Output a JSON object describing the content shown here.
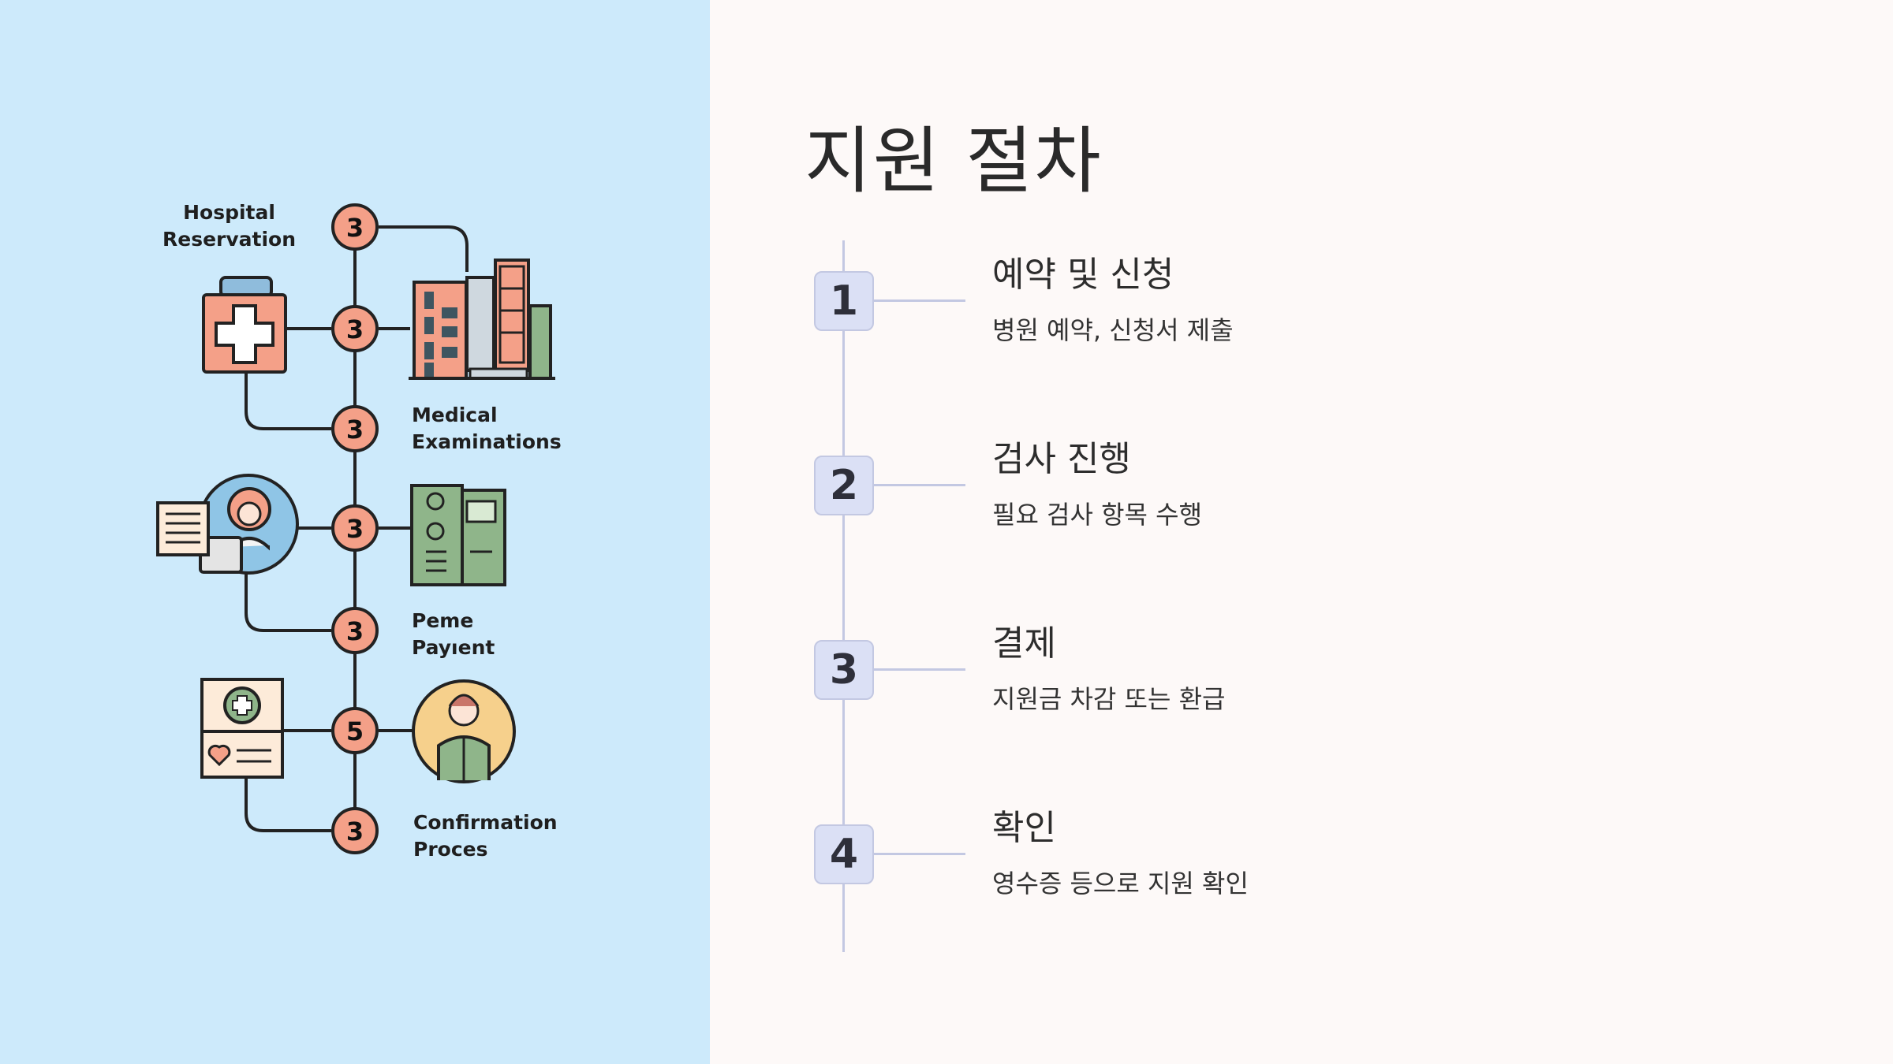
{
  "slide": {
    "title": "지원 절차"
  },
  "illustration": {
    "labels": {
      "hospital_reservation": "Hospital\nReservation",
      "medical_examinations": "Medical\nExaminations",
      "payment": "Peme\nPayıent",
      "confirmation": "Confirmation\nProces"
    },
    "node_numbers": [
      "3",
      "3",
      "3",
      "3",
      "3",
      "5",
      "3"
    ],
    "colors": {
      "background": "#cdeafb",
      "node_fill": "#f4a088",
      "icon_green": "#8fb58a",
      "icon_salmon": "#f4a088"
    }
  },
  "steps": [
    {
      "number": "1",
      "title": "예약 및 신청",
      "description": "병원 예약, 신청서 제출"
    },
    {
      "number": "2",
      "title": "검사 진행",
      "description": "필요 검사 항목 수행"
    },
    {
      "number": "3",
      "title": "결제",
      "description": "지원금 차감 또는 환급"
    },
    {
      "number": "4",
      "title": "확인",
      "description": "영수증 등으로 지원 확인"
    }
  ],
  "colors": {
    "page_background": "#fdf9f8",
    "timeline": "#c3c8e2",
    "badge_fill": "#dbe0f5"
  }
}
